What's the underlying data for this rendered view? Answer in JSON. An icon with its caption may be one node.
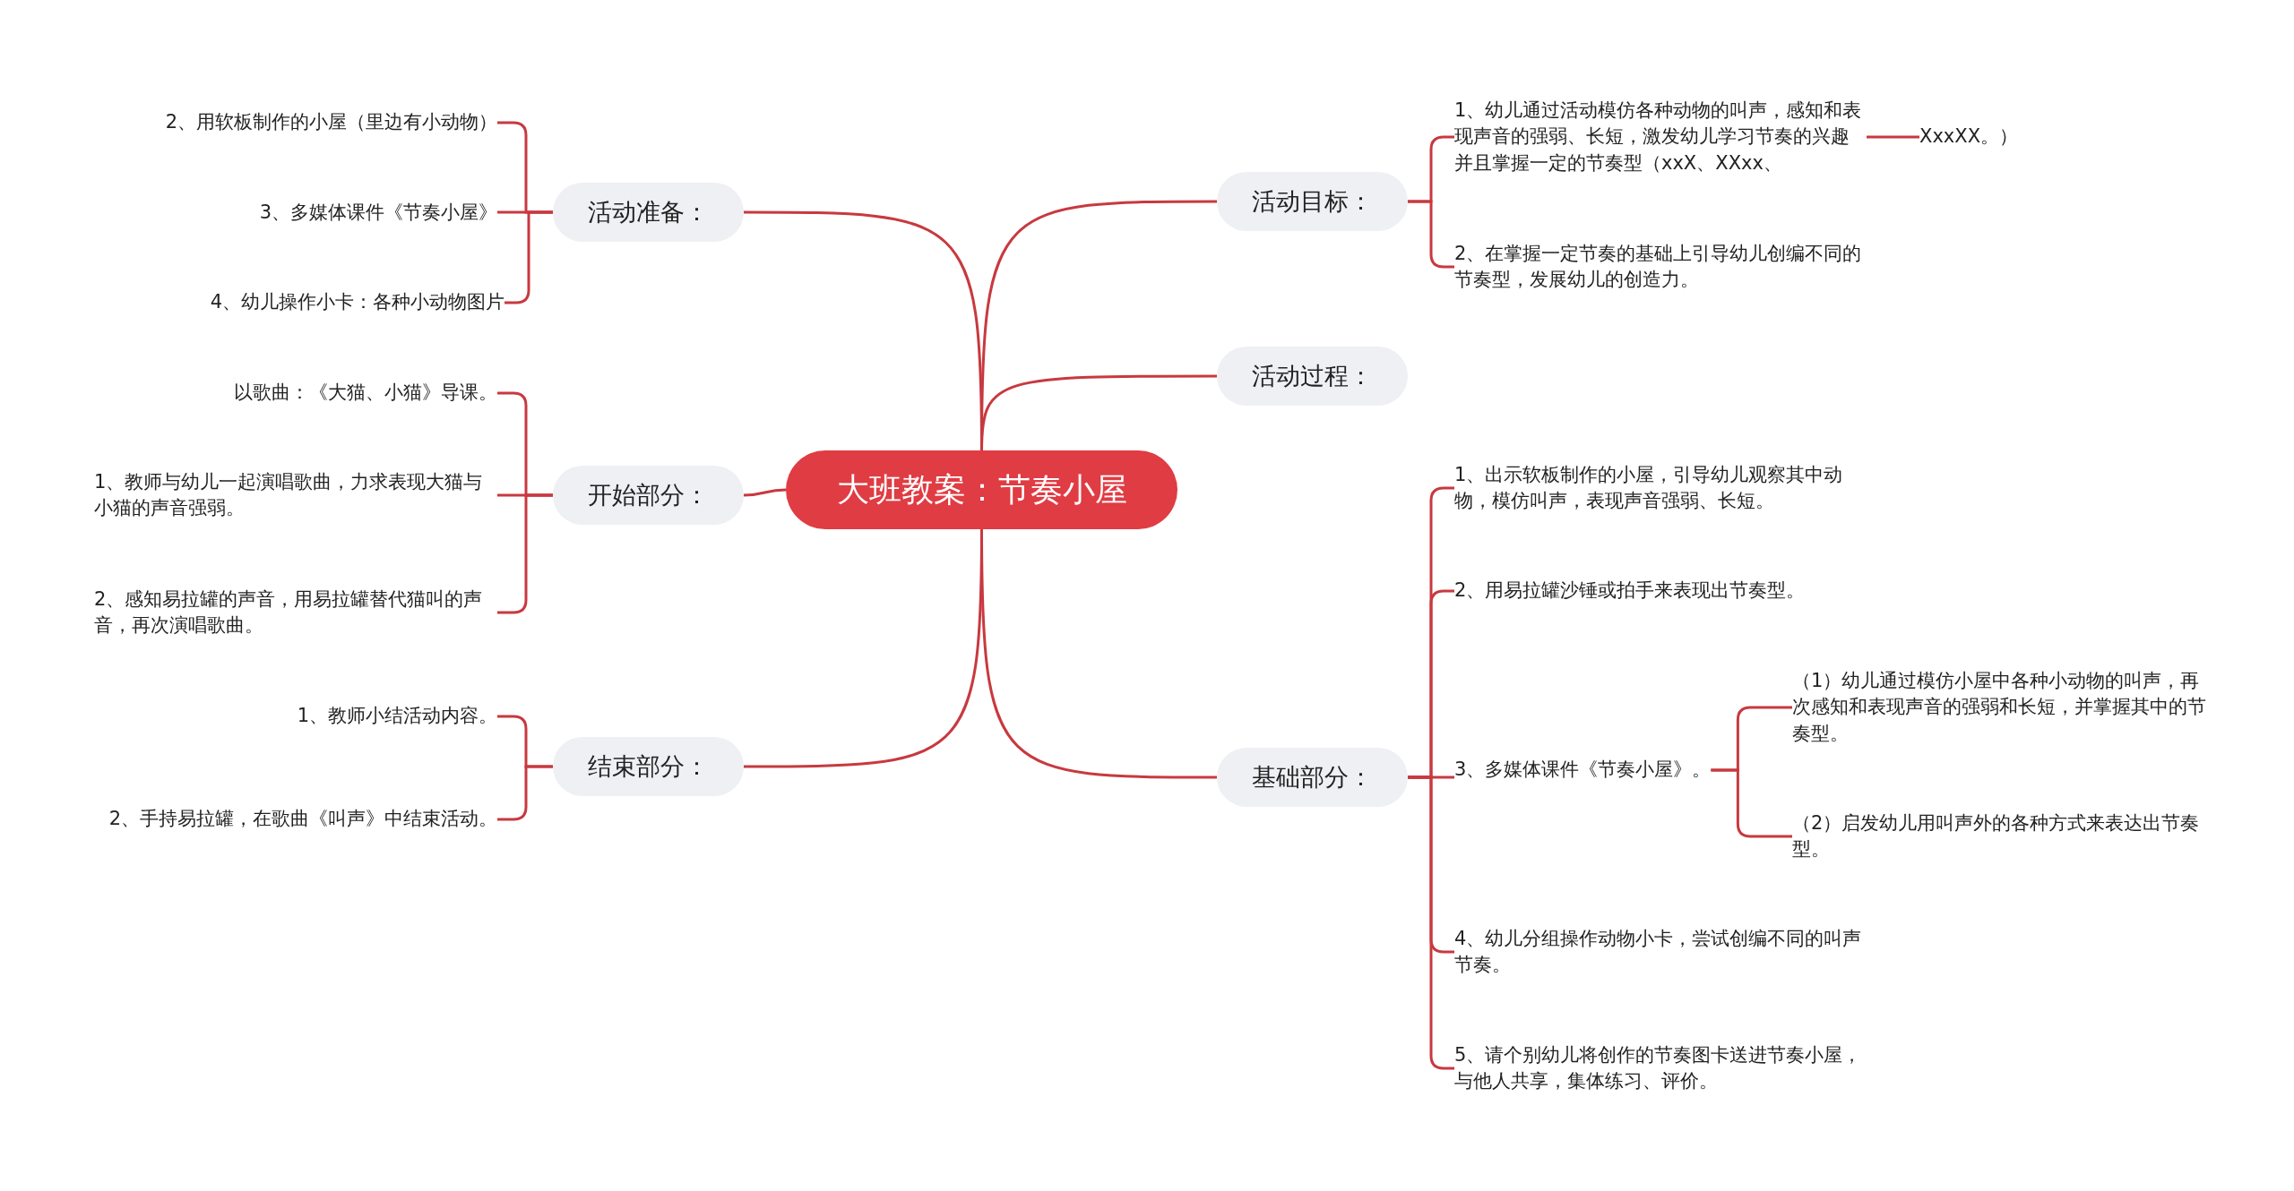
{
  "diagram": {
    "nodes": [
      {
        "text": [
          "大班教案：节奏小屋"
        ]
      },
      {
        "text": [
          "活动准备："
        ]
      },
      {
        "text": [
          "2、用软板制作的小屋（里边有小动物）"
        ]
      },
      {
        "text": [
          "3、多媒体课件《节奏小屋》"
        ]
      },
      {
        "text": [
          "4、幼儿操作小卡：各种小动物图片"
        ]
      },
      {
        "text": [
          "开始部分："
        ]
      },
      {
        "text": [
          "以歌曲：《大猫、小猫》导课。"
        ]
      },
      {
        "text": [
          "1、教师与幼儿一起演唱歌曲，力求表现大猫与小猫的声音强弱。"
        ]
      },
      {
        "text": [
          "2、感知易拉罐的声音，用易拉罐替代猫叫的声音，再次演唱歌曲。"
        ]
      },
      {
        "text": [
          "结束部分："
        ]
      },
      {
        "text": [
          "1、教师小结活动内容。"
        ]
      },
      {
        "text": [
          "2、手持易拉罐，在歌曲《叫声》中结束活动。"
        ]
      },
      {
        "text": [
          "活动目标："
        ]
      },
      {
        "text": [
          "1、幼儿通过活动模仿各种动物的叫声，感知和表现声音的强弱、长短，激发幼儿学习节奏的兴趣并且掌握一定的节奏型（xxX、XXxx、"
        ]
      },
      {
        "text": [
          "XxxXX。）"
        ]
      },
      {
        "text": [
          "2、在掌握一定节奏的基础上引导幼儿创编不同的节奏型，发展幼儿的创造力。"
        ]
      },
      {
        "text": [
          "活动过程："
        ]
      },
      {
        "text": [
          "基础部分："
        ]
      },
      {
        "text": [
          "1、出示软板制作的小屋，引导幼儿观察其中动物，模仿叫声，表现声音强弱、长短。"
        ]
      },
      {
        "text": [
          "2、用易拉罐沙锤或拍手来表现出节奏型。"
        ]
      },
      {
        "text": [
          "3、多媒体课件《节奏小屋》。"
        ]
      },
      {
        "text": [
          "（1）幼儿通过模仿小屋中各种小动物的叫声，再次感知和表现声音的强弱和长短，并掌握其中的节奏型。"
        ]
      },
      {
        "text": [
          "（2）启发幼儿用叫声外的各种方式来表达出节奏型。"
        ]
      },
      {
        "text": [
          "4、幼儿分组操作动物小卡，尝试创编不同的叫声节奏。"
        ]
      },
      {
        "text": [
          "5、请个别幼儿将创作的节奏图卡送进节奏小屋，与他人共享，集体练习、评价。"
        ]
      }
    ],
    "edges": [
      {
        "from": 0,
        "to": 1,
        "arrow": "none"
      },
      {
        "from": 0,
        "to": 5,
        "arrow": "none"
      },
      {
        "from": 0,
        "to": 9,
        "arrow": "none"
      },
      {
        "from": 0,
        "to": 12,
        "arrow": "none"
      },
      {
        "from": 0,
        "to": 16,
        "arrow": "none"
      },
      {
        "from": 0,
        "to": 17,
        "arrow": "none"
      },
      {
        "from": 1,
        "to": 2,
        "arrow": "none"
      },
      {
        "from": 1,
        "to": 3,
        "arrow": "none"
      },
      {
        "from": 1,
        "to": 4,
        "arrow": "none"
      },
      {
        "from": 5,
        "to": 6,
        "arrow": "none"
      },
      {
        "from": 5,
        "to": 7,
        "arrow": "none"
      },
      {
        "from": 5,
        "to": 8,
        "arrow": "none"
      },
      {
        "from": 9,
        "to": 10,
        "arrow": "none"
      },
      {
        "from": 9,
        "to": 11,
        "arrow": "none"
      },
      {
        "from": 12,
        "to": 13,
        "arrow": "none"
      },
      {
        "from": 12,
        "to": 15,
        "arrow": "none"
      },
      {
        "from": 13,
        "to": 14,
        "arrow": "none"
      },
      {
        "from": 17,
        "to": 18,
        "arrow": "none"
      },
      {
        "from": 17,
        "to": 19,
        "arrow": "none"
      },
      {
        "from": 17,
        "to": 20,
        "arrow": "none"
      },
      {
        "from": 17,
        "to": 23,
        "arrow": "none"
      },
      {
        "from": 17,
        "to": 24,
        "arrow": "none"
      },
      {
        "from": 20,
        "to": 21,
        "arrow": "none"
      },
      {
        "from": 20,
        "to": 22,
        "arrow": "none"
      }
    ]
  }
}
